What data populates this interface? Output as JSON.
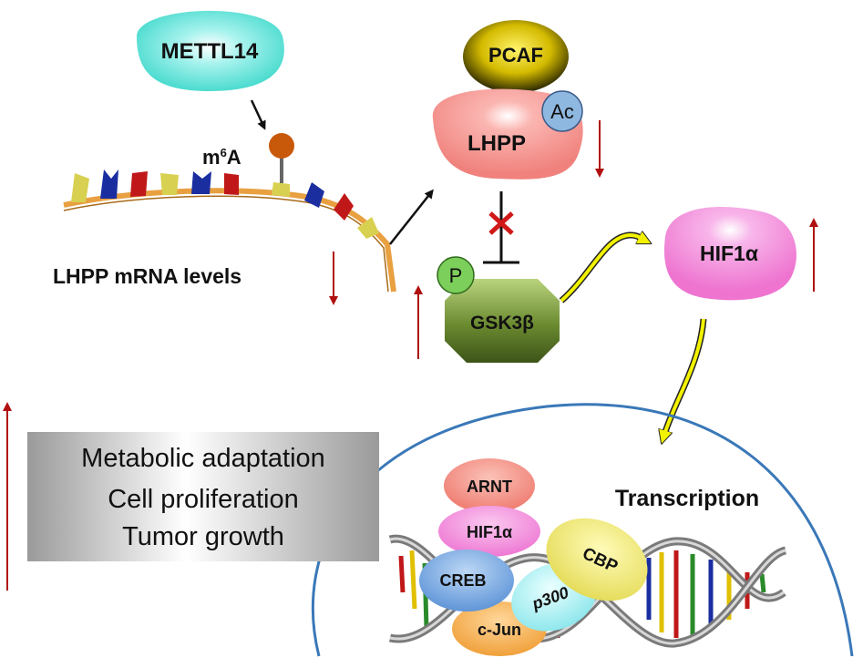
{
  "nodes": {
    "mettl14": "METTL14",
    "m6a_m": "m",
    "m6a_sup": "6",
    "m6a_a": "A",
    "pcaf": "PCAF",
    "lhpp": "LHPP",
    "ac": "Ac",
    "p": "P",
    "gsk3b": "GSK3β",
    "hif1a": "HIF1α",
    "mrna_levels": "LHPP mRNA levels",
    "transcription": "Transcription",
    "arnt": "ARNT",
    "hif1a_complex": "HIF1α",
    "creb": "CREB",
    "p300": "p300",
    "cbp": "CBP",
    "cjun": "c-Jun"
  },
  "outcomes": [
    "Metabolic adaptation",
    "Cell proliferation",
    "Tumor growth"
  ],
  "colors": {
    "mettl14": "#4fe3d6",
    "pcaf": "#d9c400",
    "lhpp": "#f4908c",
    "ac": "#8fb8e0",
    "p": "#7ccf5a",
    "gsk3b": "#6f8a3a",
    "hif1a": "#f27ed6",
    "arrow_red": "#b01010",
    "arrow_yellow": "#f2f200",
    "nucleus": "#3a78b8",
    "mrna_strand": "#e8a040"
  }
}
